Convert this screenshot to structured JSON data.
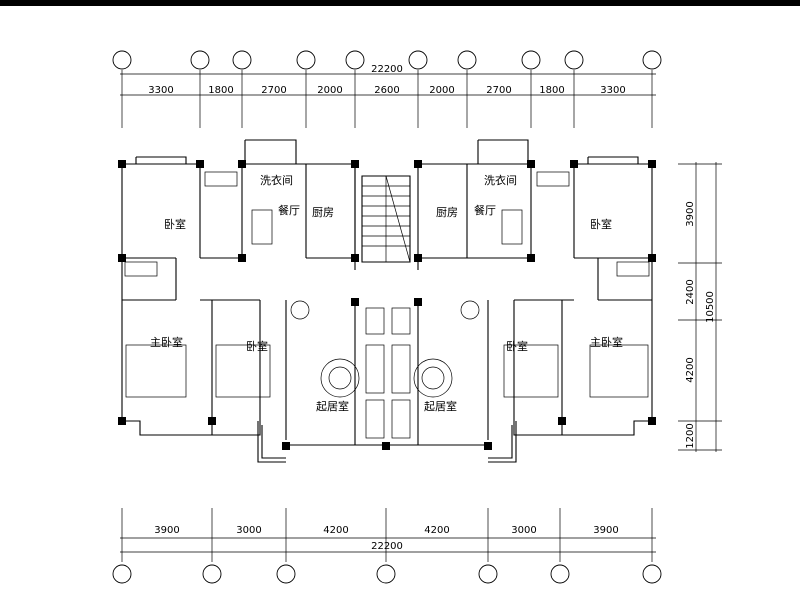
{
  "top_dims": {
    "total": "22200",
    "segments": [
      "3300",
      "1800",
      "2700",
      "2000",
      "2600",
      "2000",
      "2700",
      "1800",
      "3300"
    ]
  },
  "bottom_dims": {
    "total": "22200",
    "segments": [
      "3900",
      "3000",
      "4200",
      "4200",
      "3000",
      "3900"
    ]
  },
  "right_dims": {
    "total": "10500",
    "segments": [
      "3900",
      "2400",
      "4200",
      "1200"
    ]
  },
  "rooms": {
    "laundry_left": "洗衣间",
    "laundry_right": "洗衣间",
    "dining_left": "餐厅",
    "dining_right": "餐厅",
    "kitchen_left": "厨房",
    "kitchen_right": "厨房",
    "bedroom_small_left": "卧室",
    "bedroom_small_right": "卧室",
    "master_left": "主卧室",
    "master_right": "主卧室",
    "bedroom_mid_left": "卧室",
    "bedroom_mid_right": "卧室",
    "living_left": "起居室",
    "living_right": "起居室"
  }
}
